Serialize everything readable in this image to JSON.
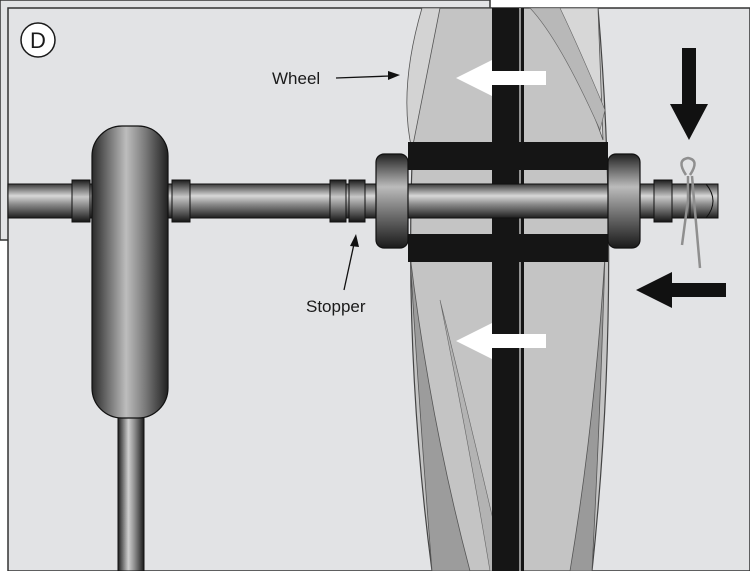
{
  "figure": {
    "panel_letter": "D",
    "labels": {
      "wheel": "Wheel",
      "stopper": "Stopper"
    }
  },
  "colors": {
    "background_panel": "#e2e3e5",
    "wheel_light": "#c9c9c9",
    "wheel_mid": "#a9a9a9",
    "wheel_dark": "#7d7d7d",
    "axle_dark": "#2a2a2a",
    "hub_band": "#1a1a1a",
    "arrow_white": "#ffffff",
    "arrow_black": "#111111",
    "pin": "#9a9a9a"
  },
  "icons": {
    "push_down_arrow": "arrow-down-icon",
    "push_left_arrow": "arrow-left-icon",
    "wheel_motion_arrow": "arrow-left-icon"
  }
}
